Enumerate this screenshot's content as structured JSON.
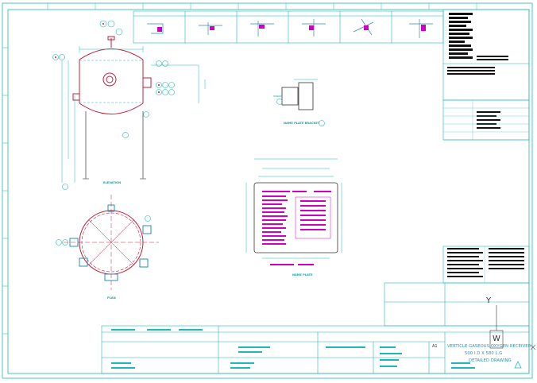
{
  "drawing": {
    "title_lines": [
      "VERTICLE GASEOUS OXYGEN RECEIVER",
      "500 I.D X 580 L.G",
      "DETAILED DRAWING"
    ],
    "sheet_label": "A1",
    "views": {
      "front_elevation_caption": "ELEVATION",
      "plan_caption": "PLAN",
      "name_plate_bracket_caption": "NAME PLATE BRACKET",
      "name_plate_caption": "NAME PLATE"
    },
    "view_icons": {
      "axis_y": "Y",
      "axis_w": "W"
    },
    "colors": {
      "frame": "#1fb8b8",
      "vessel": "#c0203a",
      "hatch": "#d000c0",
      "text_block": "#111111",
      "dimension": "#2a8fb0"
    }
  }
}
